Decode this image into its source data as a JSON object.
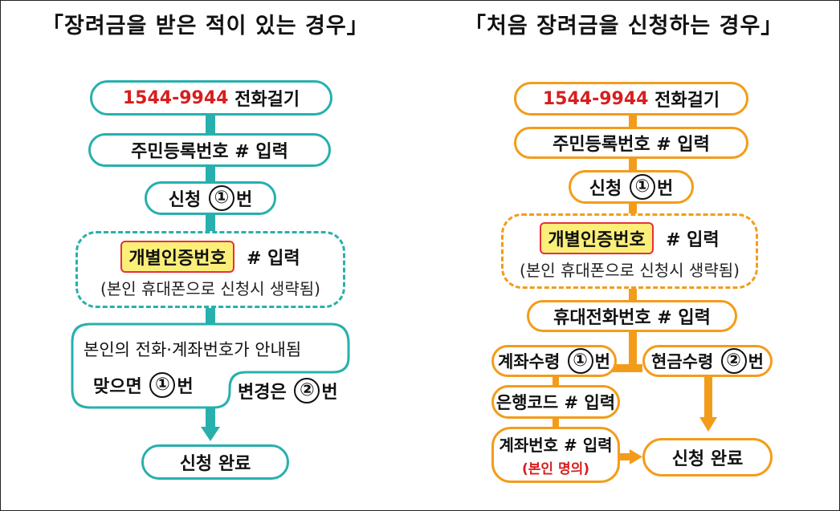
{
  "left": {
    "title": "「장려금을 받은 적이 있는 경우」",
    "call_number": "1544-9944",
    "call_text": "전화걸기",
    "step_resident": "주민등록번호 # 입력",
    "step_apply": "신청",
    "step_apply_num": "①",
    "step_apply_suffix": "번",
    "auth_highlight": "개별인증번호",
    "auth_suffix": "# 입력",
    "auth_note": "(본인 휴대폰으로 신청시 생략됨)",
    "guide_text": "본인의 전화·계좌번호가 안내됨",
    "correct_text": "맞으면",
    "correct_num": "①",
    "correct_suffix": "번",
    "change_text": "변경은",
    "change_num": "②",
    "change_suffix": "번",
    "done": "신청 완료"
  },
  "right": {
    "title": "「처음 장려금을 신청하는 경우」",
    "call_number": "1544-9944",
    "call_text": "전화걸기",
    "step_resident": "주민등록번호 # 입력",
    "step_apply": "신청",
    "step_apply_num": "①",
    "step_apply_suffix": "번",
    "auth_highlight": "개별인증번호",
    "auth_suffix": "# 입력",
    "auth_note": "(본인 휴대폰으로 신청시 생략됨)",
    "mobile_step": "휴대전화번호 # 입력",
    "account_receive": "계좌수령",
    "account_num": "①",
    "account_suffix": "번",
    "cash_receive": "현금수령",
    "cash_num": "②",
    "cash_suffix": "번",
    "bank_code": "은행코드 # 입력",
    "account_number": "계좌번호 # 입력",
    "account_owner": "(본인 명의)",
    "done": "신청 완료"
  },
  "colors": {
    "teal": "#27b0ad",
    "orange": "#f39c1a",
    "red": "#d81e1e",
    "highlight": "#fbef7a"
  }
}
